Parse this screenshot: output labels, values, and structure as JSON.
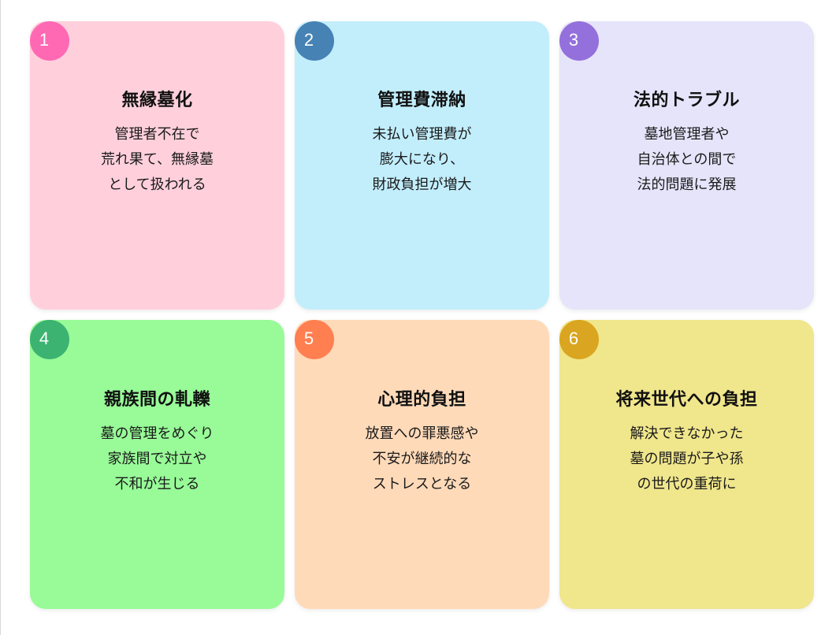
{
  "cards": [
    {
      "number": "1",
      "title": "無縁墓化",
      "lines": [
        "管理者不在で",
        "荒れ果て、無縁墓",
        "として扱われる"
      ],
      "bg_color": "#ffd0dc",
      "badge_color": "#ff69b4"
    },
    {
      "number": "2",
      "title": "管理費滞納",
      "lines": [
        "未払い管理費が",
        "膨大になり、",
        "財政負担が増大"
      ],
      "bg_color": "#c2eefc",
      "badge_color": "#4682b4"
    },
    {
      "number": "3",
      "title": "法的トラブル",
      "lines": [
        "墓地管理者や",
        "自治体との間で",
        "法的問題に発展"
      ],
      "bg_color": "#e6e4fa",
      "badge_color": "#9370db"
    },
    {
      "number": "4",
      "title": "親族間の軋轢",
      "lines": [
        "墓の管理をめぐり",
        "家族間で対立や",
        "不和が生じる"
      ],
      "bg_color": "#98fb98",
      "badge_color": "#3cb371"
    },
    {
      "number": "5",
      "title": "心理的負担",
      "lines": [
        "放置への罪悪感や",
        "不安が継続的な",
        "ストレスとなる"
      ],
      "bg_color": "#ffdab9",
      "badge_color": "#ff7f50"
    },
    {
      "number": "6",
      "title": "将来世代への負担",
      "lines": [
        "解決できなかった",
        "墓の問題が子や孫",
        "の世代の重荷に"
      ],
      "bg_color": "#f0e68c",
      "badge_color": "#daa520"
    }
  ]
}
